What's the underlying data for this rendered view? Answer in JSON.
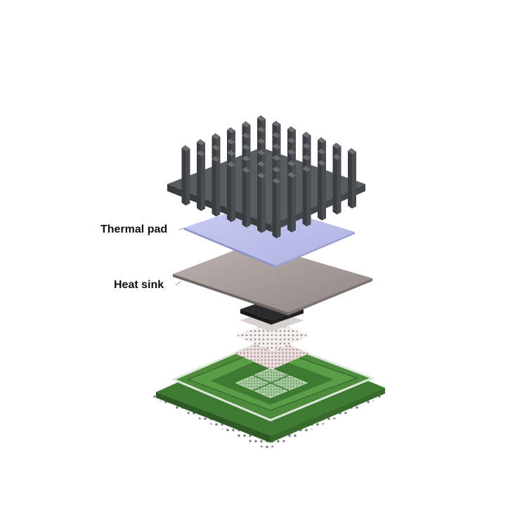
{
  "labels": {
    "thermal_pad": "Thermal pad",
    "heat_sink": "Heat sink"
  },
  "colors": {
    "background": "#ffffff",
    "fins": "#4b4d52",
    "fin_top": "#6a6d73",
    "thermal_pad": "#b9bde9",
    "heat_spreader": "#a89f9c",
    "die": "#2b2b2d",
    "pcb": "#3f7a32",
    "solder_balls": "#7a7a7a"
  },
  "layers": [
    {
      "name": "finned-heat-sink",
      "shape": "fin-array",
      "fin_rows": 6,
      "fin_cols": 7
    },
    {
      "name": "thermal-pad",
      "shape": "plate"
    },
    {
      "name": "heat-spreader",
      "shape": "plate"
    },
    {
      "name": "die",
      "shape": "small-block"
    },
    {
      "name": "interposer",
      "shape": "mesh"
    },
    {
      "name": "bump-array",
      "shape": "dot-mesh"
    },
    {
      "name": "package-substrate",
      "shape": "frame"
    },
    {
      "name": "pcb-board",
      "shape": "board"
    },
    {
      "name": "bga-solder-balls",
      "shape": "dot-grid"
    }
  ]
}
